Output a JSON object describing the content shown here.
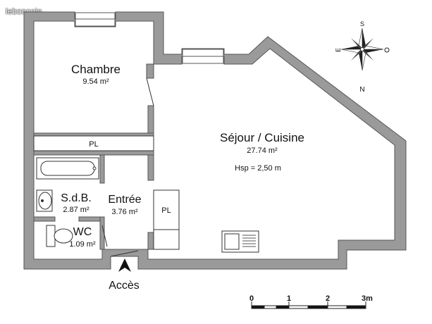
{
  "watermark": "leboncoin",
  "rooms": {
    "chambre": {
      "name": "Chambre",
      "area": "9.54 m²"
    },
    "sejour": {
      "name": "Séjour / Cuisine",
      "area": "27.74 m²"
    },
    "hsp": "Hsp =  2,50 m",
    "sdb": {
      "name": "S.d.B.",
      "area": "2.87 m²"
    },
    "entree": {
      "name": "Entrée",
      "area": "3.76 m²"
    },
    "wc": {
      "name": "WC",
      "area": "1.09 m²"
    }
  },
  "closets": {
    "top": "PL",
    "middle": "PL"
  },
  "access": "Accès",
  "compass": {
    "north": "N",
    "south": "S",
    "east": "E",
    "west": "O"
  },
  "scale": {
    "ticks": [
      "0",
      "1",
      "2",
      "3m"
    ]
  },
  "colors": {
    "wall": "#9a9a9a",
    "wall_stroke": "#555555",
    "line": "#333333"
  }
}
